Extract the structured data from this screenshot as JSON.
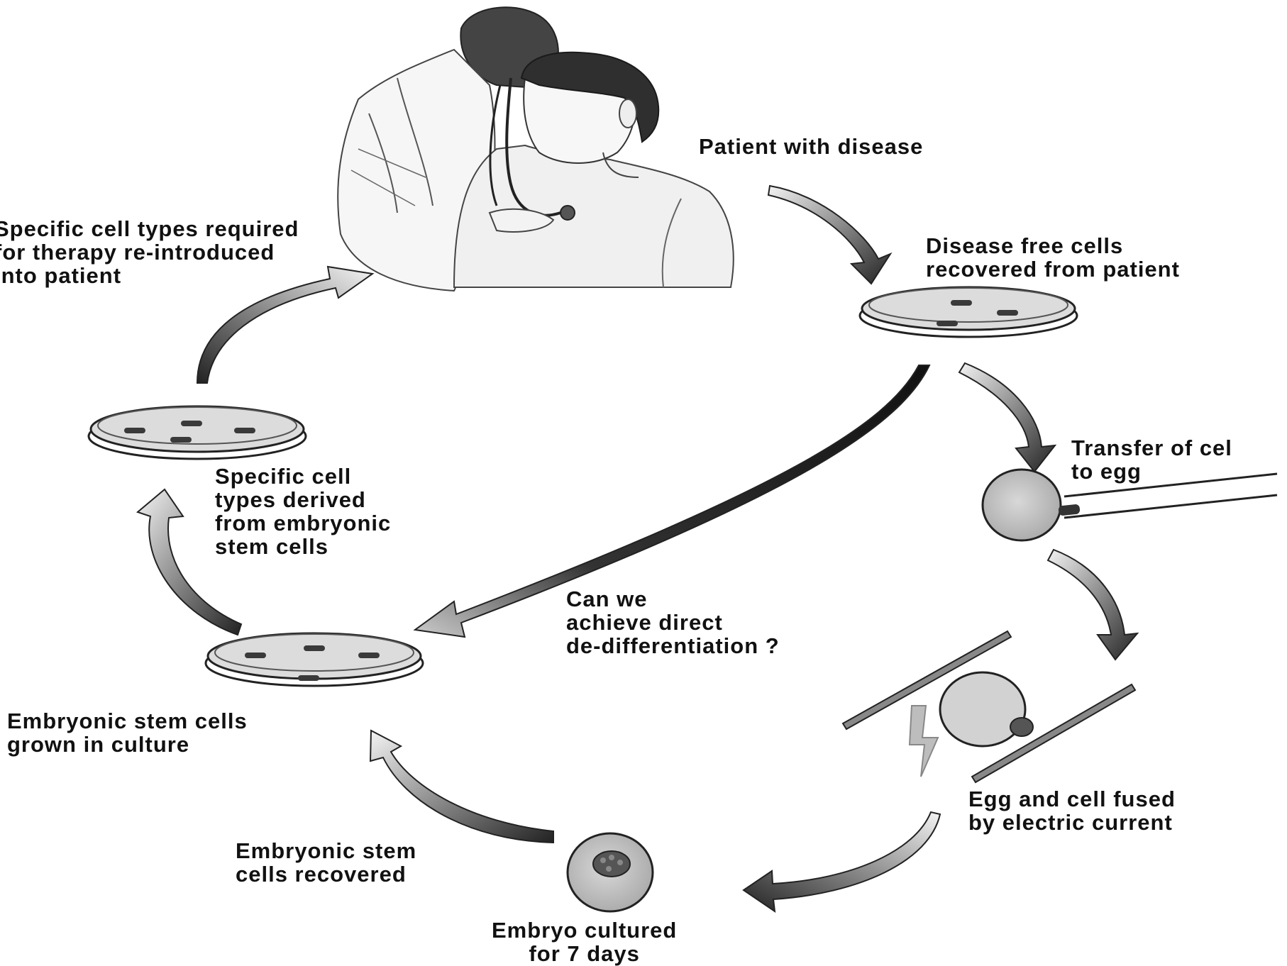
{
  "diagram": {
    "labels": {
      "patient": "Patient with disease",
      "disease_free": "Disease free cells\nrecovered from patient",
      "transfer": "Transfer of cel\nto egg",
      "fused": "Egg and cell fused\nby electric current",
      "embryo": "Embryo cultured\nfor 7 days",
      "es_recovered": "Embryonic stem\ncells recovered",
      "es_grown": "Embryonic stem cells\ngrown in culture",
      "derived": "Specific cell\ntypes derived\nfrom embryonic\nstem cells",
      "therapy": "Specific cell types required\nfor therapy re-introduced\ninto patient",
      "direct": "Can we\nachieve direct\nde-differentiation ?"
    },
    "colors": {
      "ink": "#111111",
      "dish_fill": "#d9d9d9",
      "cell_fill": "#bdbdbd",
      "nucleus": "#4a4a4a",
      "arrow_dark": "#2a2a2a",
      "arrow_light": "#bfbfbf",
      "hair": "#3a3a3a",
      "skin": "#f2f2f2"
    }
  }
}
